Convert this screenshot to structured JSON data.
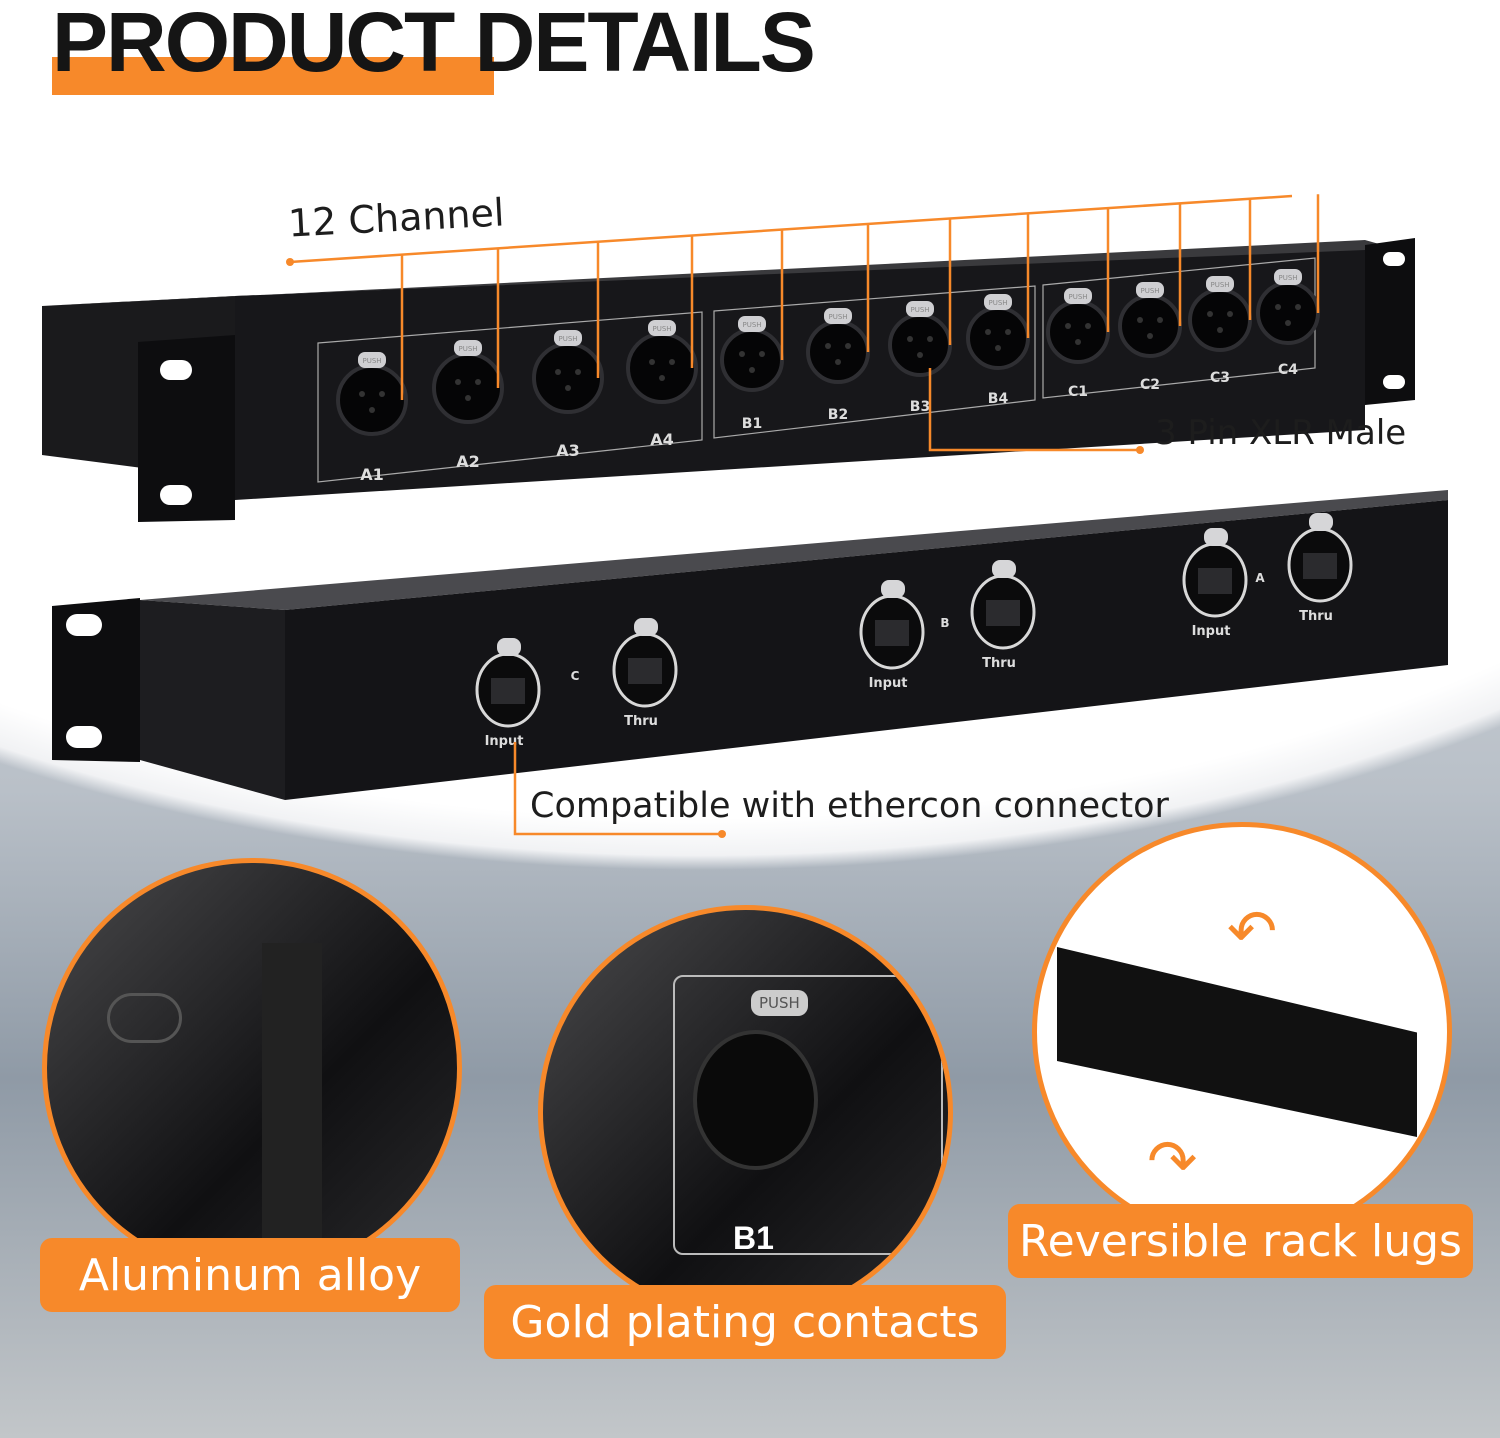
{
  "header": {
    "title_highlight": "PRODUCT",
    "title_rest": "DETAILS",
    "accent": "#f7892a"
  },
  "callouts": {
    "channels": "12 Channel",
    "xlr": "3 Pin XLR Male",
    "ethercon": "Compatible with ethercon connector"
  },
  "top_panel": {
    "push_label": "PUSH",
    "connectors": [
      "A1",
      "A2",
      "A3",
      "A4",
      "B1",
      "B2",
      "B3",
      "B4",
      "C1",
      "C2",
      "C3",
      "C4"
    ]
  },
  "bottom_panel": {
    "groups": [
      {
        "letter": "C",
        "input": "Input",
        "thru": "Thru"
      },
      {
        "letter": "B",
        "input": "Input",
        "thru": "Thru"
      },
      {
        "letter": "A",
        "input": "Input",
        "thru": "Thru"
      }
    ]
  },
  "features": [
    {
      "label": "Aluminum alloy"
    },
    {
      "label": "Gold plating contacts"
    },
    {
      "label": "Reversible rack lugs"
    }
  ],
  "detail_labels": {
    "push": "PUSH",
    "b1": "B1"
  }
}
